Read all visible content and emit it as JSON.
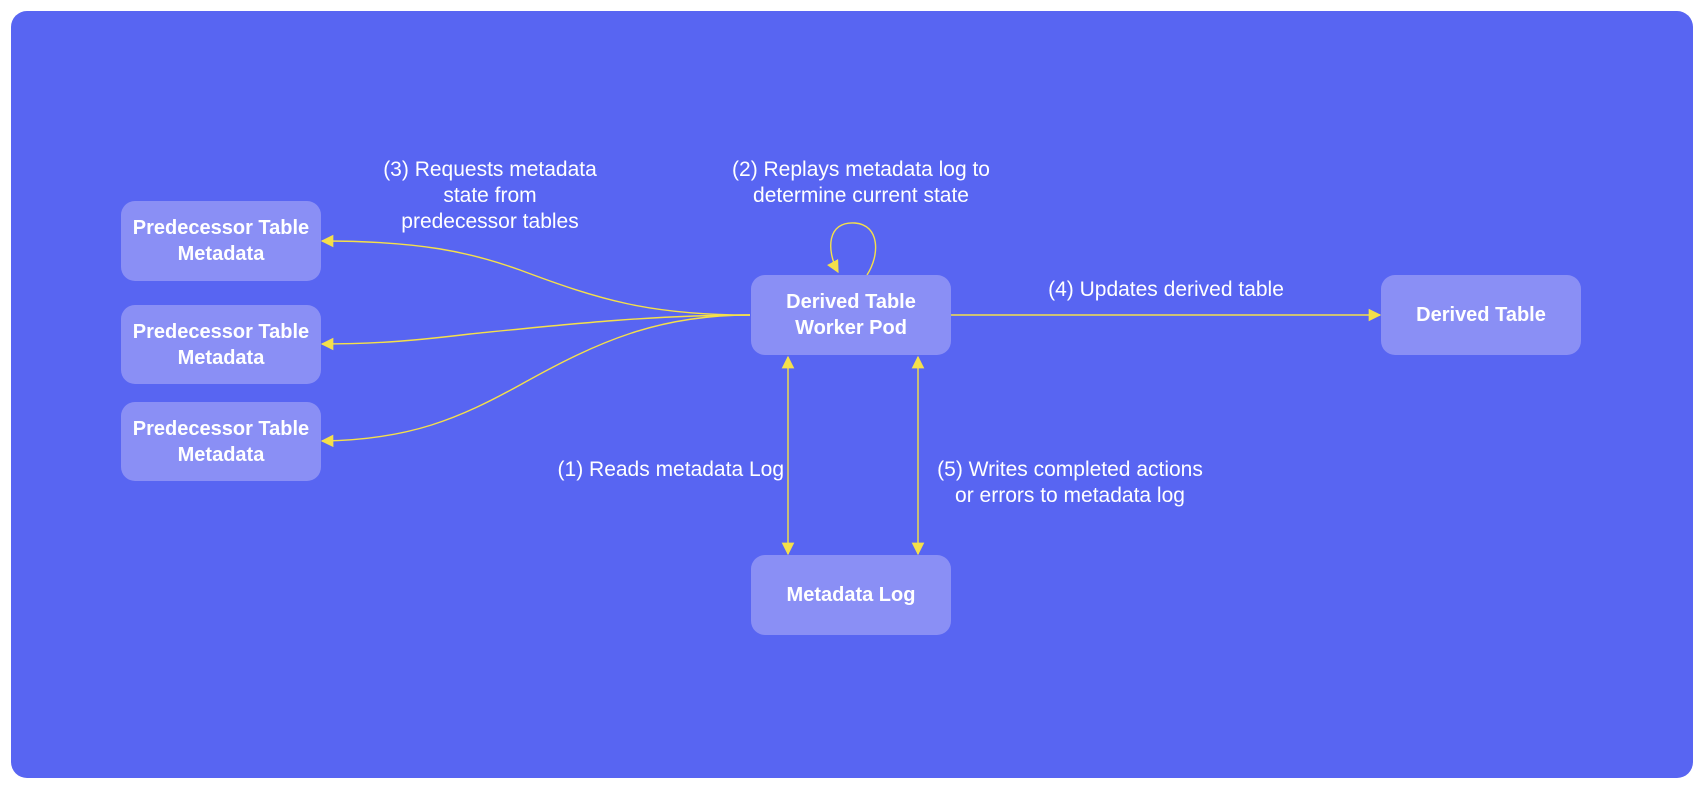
{
  "colors": {
    "background": "#5865f2",
    "node": "#8a8ff5",
    "edge": "#f5e04a",
    "text": "#ffffff"
  },
  "nodes": {
    "pred1": "Predecessor Table\nMetadata",
    "pred2": "Predecessor Table\nMetadata",
    "pred3": "Predecessor Table\nMetadata",
    "worker": "Derived Table\nWorker Pod",
    "derived": "Derived Table",
    "metalog": "Metadata Log"
  },
  "edges": {
    "step1": "(1) Reads metadata Log",
    "step2": "(2) Replays metadata log to\ndetermine current state",
    "step3": "(3) Requests metadata\nstate from\npredecessor tables",
    "step4": "(4) Updates derived table",
    "step5": "(5) Writes completed actions\nor errors to metadata log"
  }
}
